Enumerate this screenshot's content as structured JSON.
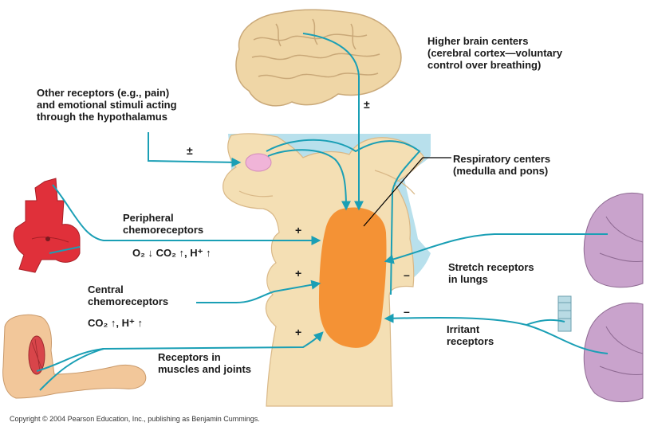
{
  "colors": {
    "arrow": "#1a9fb5",
    "brain": "#efd6a6",
    "brainstem": "#f4dfb4",
    "csf": "#b8e0ec",
    "respiratory_center": "#f49235",
    "hypothalamus_spot": "#f0b4d8",
    "lungs": "#c9a3cc",
    "artery": "#e0303a",
    "skin": "#f2c79a"
  },
  "labels": {
    "higher_brain": [
      "Higher brain centers",
      "(cerebral cortex—voluntary",
      "control over breathing)"
    ],
    "other_receptors": [
      "Other receptors (e.g., pain)",
      "and emotional stimuli acting",
      "through the hypothalamus"
    ],
    "respiratory_centers": [
      "Respiratory centers",
      "(medulla and pons)"
    ],
    "peripheral": [
      "Peripheral",
      "chemoreceptors"
    ],
    "peripheral_stimuli": "O₂ ↓  CO₂ ↑, H⁺ ↑",
    "central": [
      "Central",
      "chemoreceptors"
    ],
    "central_stimuli": "CO₂ ↑, H⁺ ↑",
    "stretch": [
      "Stretch receptors",
      "in lungs"
    ],
    "irritant": [
      "Irritant",
      "receptors"
    ],
    "muscles": [
      "Receptors in",
      "muscles and joints"
    ],
    "copyright": "Copyright © 2004 Pearson Education, Inc., publishing as Benjamin Cummings."
  },
  "signs": {
    "higher_brain": "±",
    "hypothalamus": "±",
    "peripheral": "+",
    "central": "+",
    "muscles": "+",
    "stretch": "–",
    "irritant": "–"
  }
}
